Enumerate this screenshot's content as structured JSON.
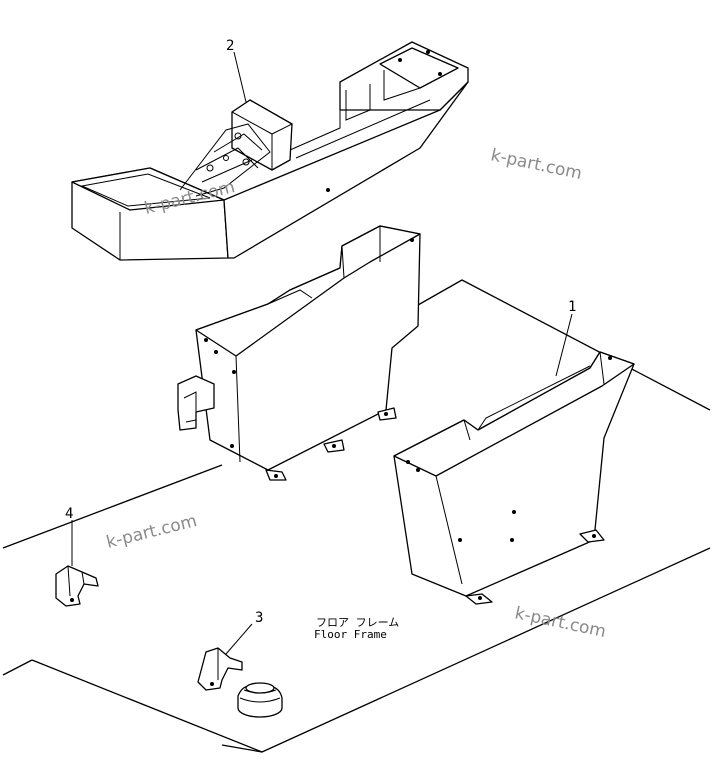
{
  "labels": {
    "part_1": "1",
    "part_2": "2",
    "part_3": "3",
    "part_4": "4"
  },
  "caption": {
    "japanese": "フロア フレーム",
    "english": "Floor Frame"
  },
  "watermarks": [
    "k-part.com",
    "k-part.com",
    "k-part.com",
    "k-part.com"
  ]
}
